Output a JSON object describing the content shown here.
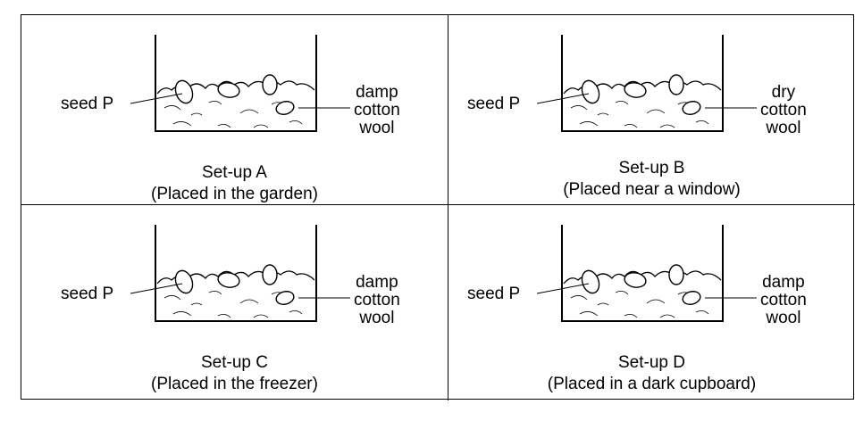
{
  "setups": [
    {
      "title": "Set-up A",
      "placement": "(Placed in the garden)",
      "seed_label": "seed P",
      "material_label": [
        "damp",
        "cotton",
        "wool"
      ]
    },
    {
      "title": "Set-up B",
      "placement": "(Placed near a window)",
      "seed_label": "seed P",
      "material_label": [
        "dry",
        "cotton",
        "wool"
      ]
    },
    {
      "title": "Set-up C",
      "placement": "(Placed in the freezer)",
      "seed_label": "seed P",
      "material_label": [
        "damp",
        "cotton",
        "wool"
      ]
    },
    {
      "title": "Set-up D",
      "placement": "(Placed in a dark cupboard)",
      "seed_label": "seed P",
      "material_label": [
        "damp",
        "cotton",
        "wool"
      ]
    }
  ]
}
